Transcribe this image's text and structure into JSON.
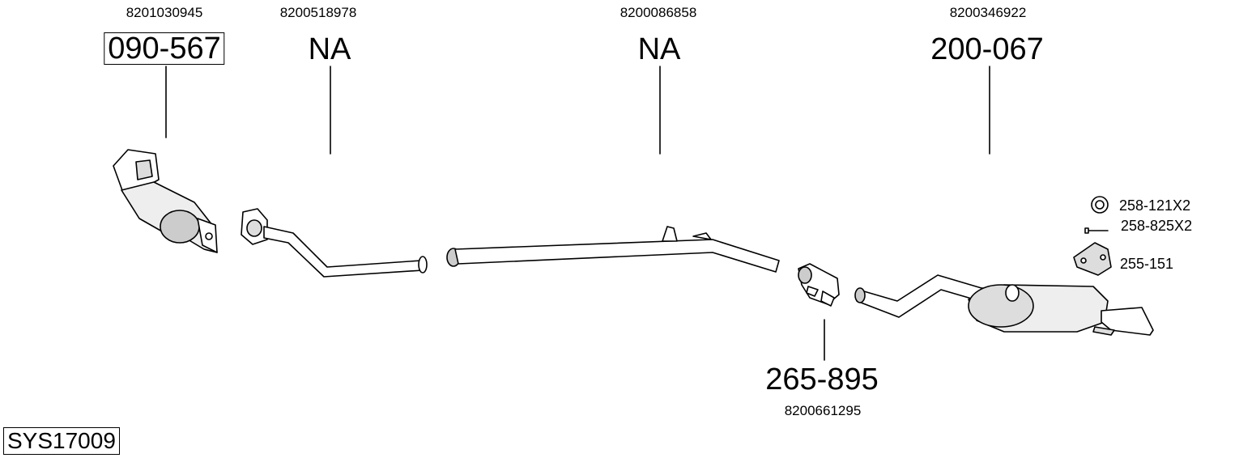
{
  "system_code": "SYS17009",
  "parts": [
    {
      "oem": "8201030945",
      "part_no": "090-567"
    },
    {
      "oem": "8200518978",
      "part_no": "NA"
    },
    {
      "oem": "8200086858",
      "part_no": "NA"
    },
    {
      "oem": "8200346922",
      "part_no": "200-067"
    },
    {
      "oem": "8200661295",
      "part_no": "265-895"
    }
  ],
  "accessories": [
    {
      "label": "258-121X2",
      "icon": "ring-gasket-icon"
    },
    {
      "label": "258-825X2",
      "icon": "bolt-icon"
    },
    {
      "label": "255-151",
      "icon": "rubber-mount-icon"
    }
  ]
}
